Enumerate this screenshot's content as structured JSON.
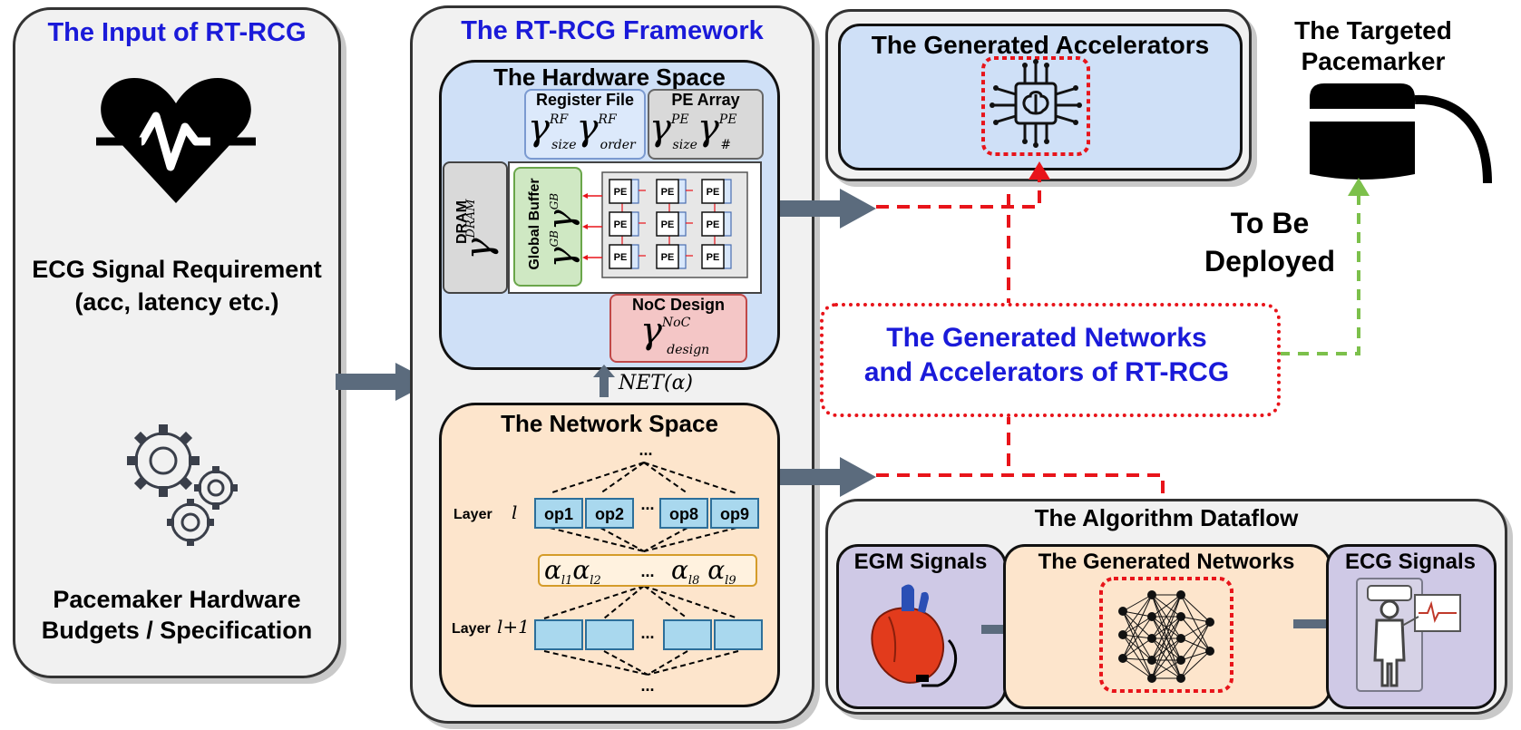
{
  "input_panel": {
    "title": "The Input of RT-RCG",
    "requirement_line1": "ECG Signal Requirement",
    "requirement_line2": "(acc, latency etc.)",
    "budget_line1": "Pacemaker Hardware",
    "budget_line2": "Budgets / Specification"
  },
  "framework": {
    "title": "The RT-RCG Framework",
    "hardware_space": {
      "title": "The Hardware Space",
      "register_file": "Register File",
      "pe_array": "PE Array",
      "dram": "DRAM",
      "global_buffer": "Global Buffer",
      "noc_design": "NoC Design",
      "pe_label": "PE"
    },
    "net_alpha": "NET(α)",
    "network_space": {
      "title": "The Network Space",
      "layer_l": "Layer",
      "layer_l_var": "l",
      "layer_l1": "Layer",
      "layer_l1_var": "l+1",
      "ops": [
        "op1",
        "op2",
        "op8",
        "op9"
      ],
      "ellipsis": "..."
    }
  },
  "accelerators": {
    "title": "The Generated Accelerators"
  },
  "pacemaker": {
    "line1": "The Targeted",
    "line2": "Pacemarker"
  },
  "deploy": {
    "line1": "To Be",
    "line2": "Deployed"
  },
  "generated": {
    "line1": "The Generated Networks",
    "line2": "and Accelerators of RT-RCG"
  },
  "dataflow": {
    "title": "The Algorithm Dataflow",
    "egm": "EGM Signals",
    "networks": "The Generated Networks",
    "ecg": "ECG Signals"
  },
  "colors": {
    "title_blue": "#1a1ad9",
    "hw_bg": "#cfe0f7",
    "net_bg": "#fde5cc",
    "dataflow_box": "#cfc9e6",
    "arrow_gray": "#5b6b7d",
    "red_dash": "#e8141a",
    "green_dash": "#7cc04b",
    "op_blue": "#a9d8ee"
  }
}
